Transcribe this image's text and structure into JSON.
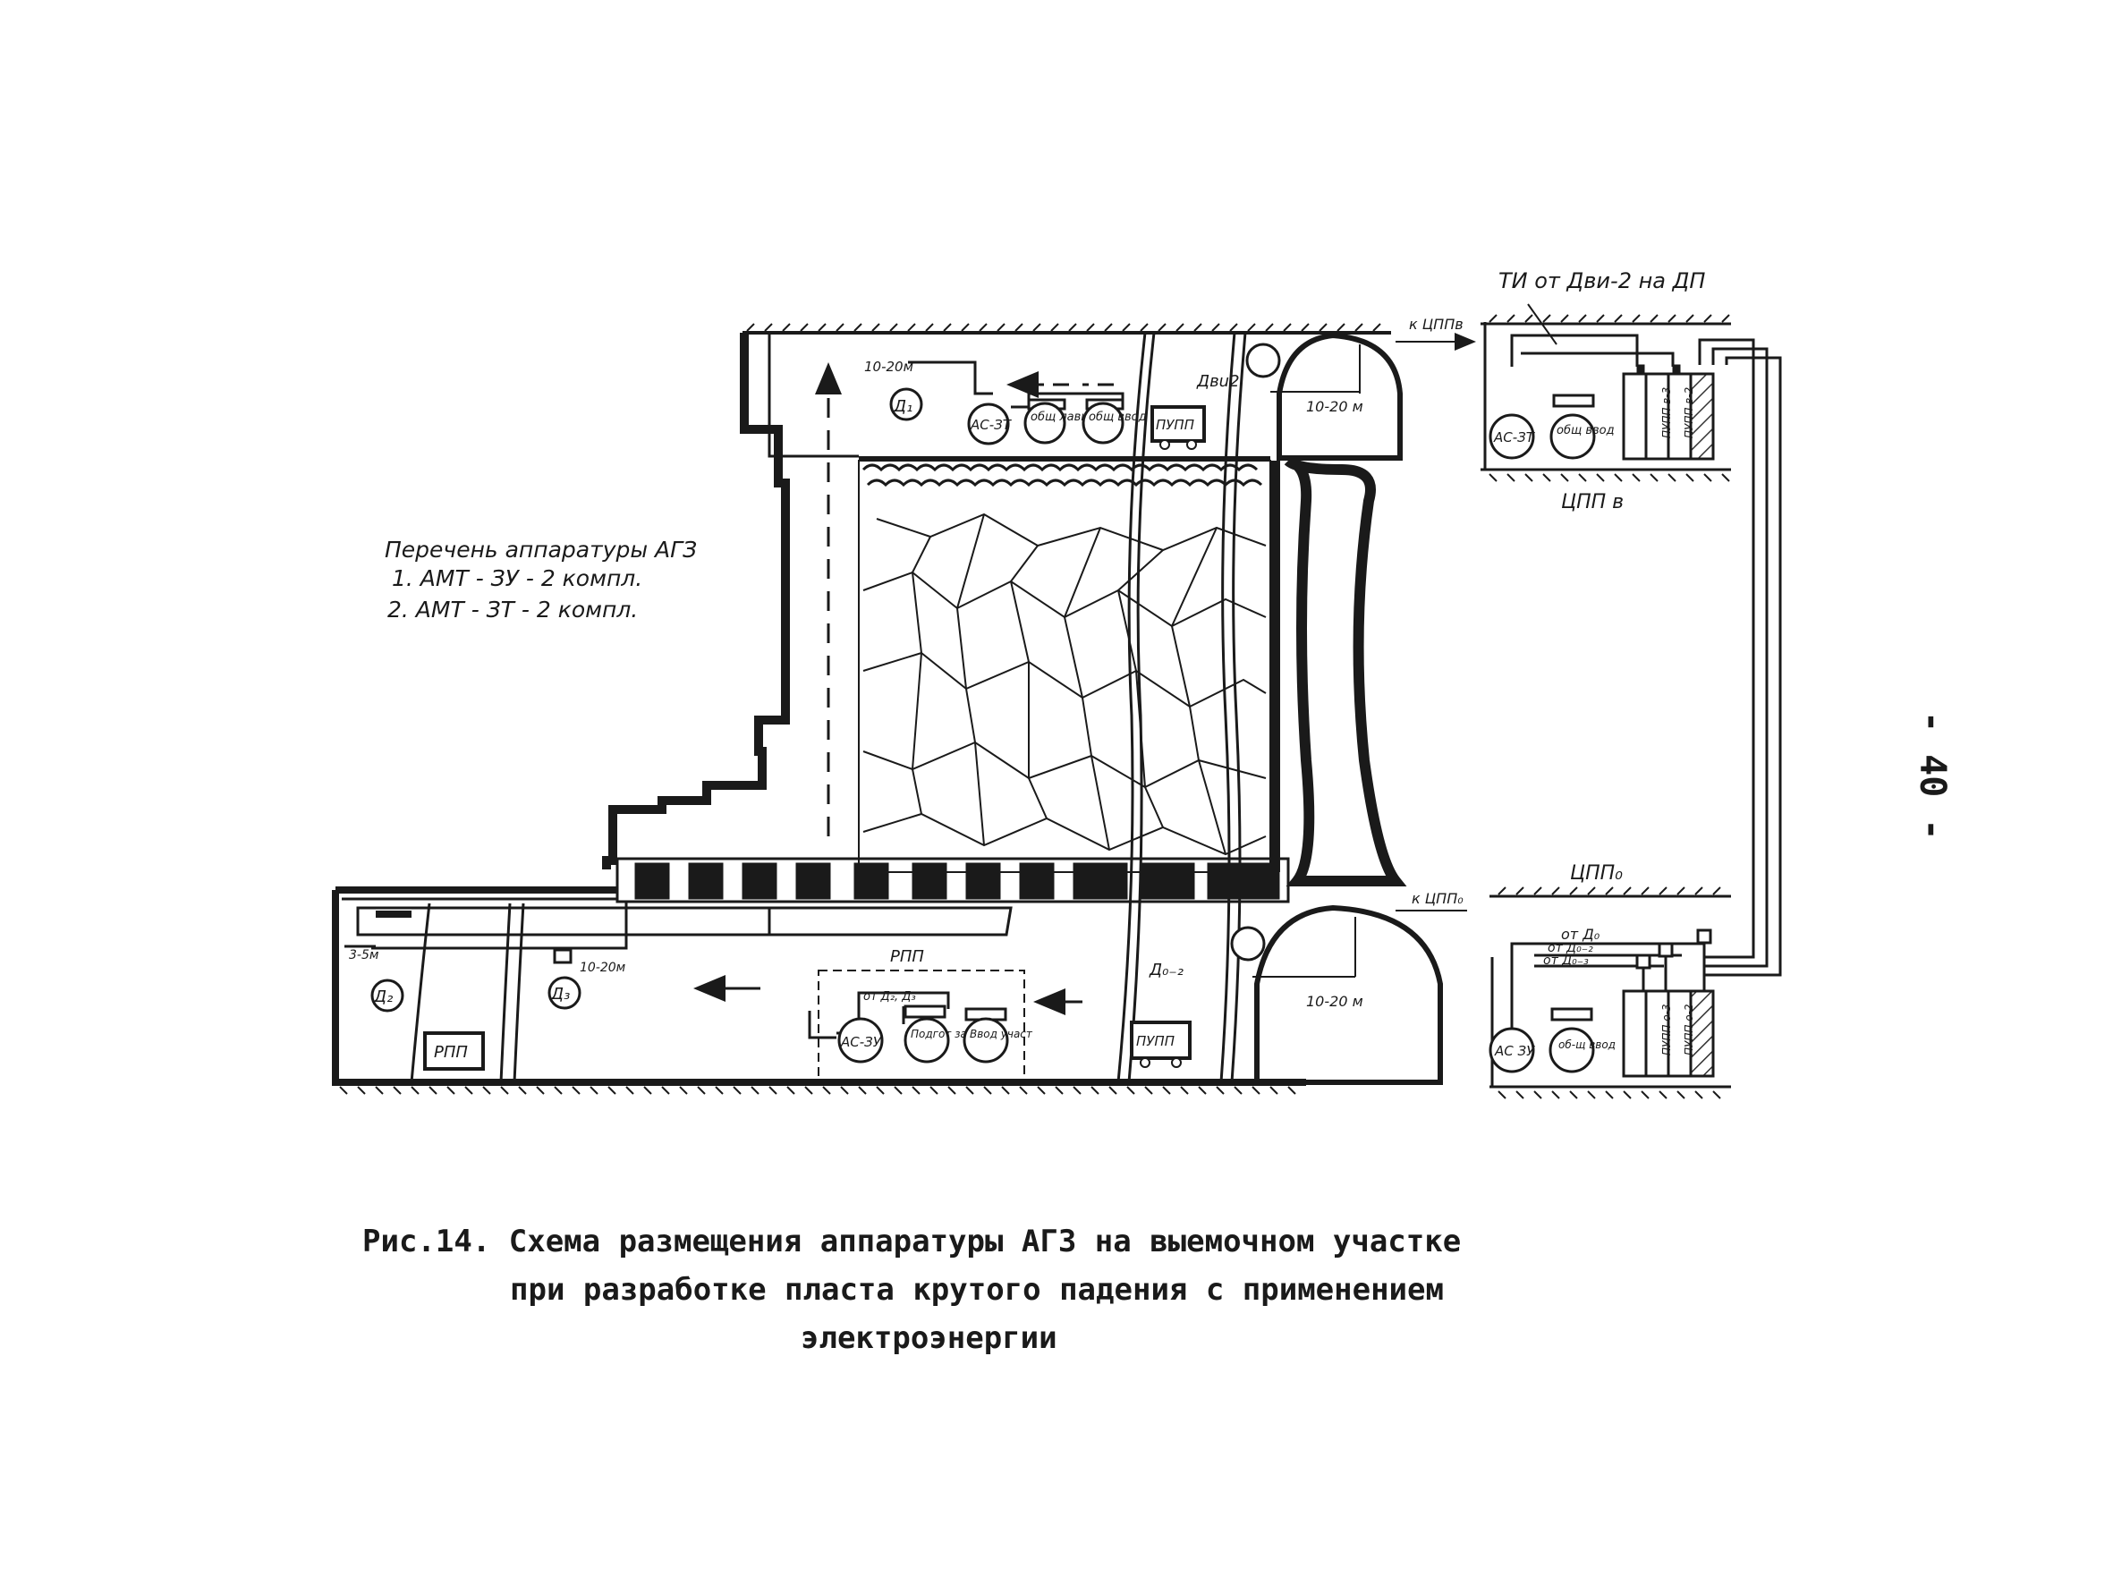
{
  "legend": {
    "title": "Перечень аппаратуры АГЗ",
    "item1": "1. АМТ - ЗУ - 2 компл.",
    "item2": "2. АМТ - ЗТ - 2 компл."
  },
  "top_drift": {
    "dist_a1": "10-20м",
    "sensor_a1": "Д₁",
    "station": "АС-ЗТ",
    "box1": "общ лавы",
    "box2": "общ ввод",
    "pupp": "ПУПП",
    "sensor_dvi": "Двu2",
    "dist_right": "10-20 м",
    "to_tsppv": "к ЦППв"
  },
  "bottom_drift": {
    "dist_left": "3-5м",
    "sensor_a2": "Д₂",
    "sensor_a3": "Д₃",
    "dist_a3": "10-20м",
    "rpp_box": "РПП",
    "rpp_zone": "РПП",
    "from_a": "от Д₂, Д₃",
    "station": "АС-ЗУ",
    "box1": "Подгот забои",
    "box2": "Ввод участ",
    "sensor_d02": "Д₀₋₂",
    "pupp": "ПУПП",
    "dist_right": "10-20 м",
    "to_tsppo": "к ЦПП₀"
  },
  "tsppv": {
    "ti_label": "ТИ от Дви-2 на ДП",
    "station": "АС-ЗТ",
    "box": "общ ввод",
    "p1": "ПУПП в-3",
    "p2": "ПУПП в-2",
    "name": "ЦПП в"
  },
  "tsppo": {
    "name": "ЦПП₀",
    "l1": "от Д₀",
    "l2": "от Д₀₋₂",
    "l3": "от Д₀₋₃",
    "station": "АС ЗУ",
    "box": "об-щ ввод",
    "p1": "ПУПП о-3",
    "p2": "ПУПП о-2"
  },
  "caption": {
    "line1": "Рис.14. Схема размещения аппаратуры АГЗ на выемочном участке",
    "line2": "при разработке пласта крутого падения с применением",
    "line3": "электроэнергии"
  },
  "page_number": "- 40 -"
}
